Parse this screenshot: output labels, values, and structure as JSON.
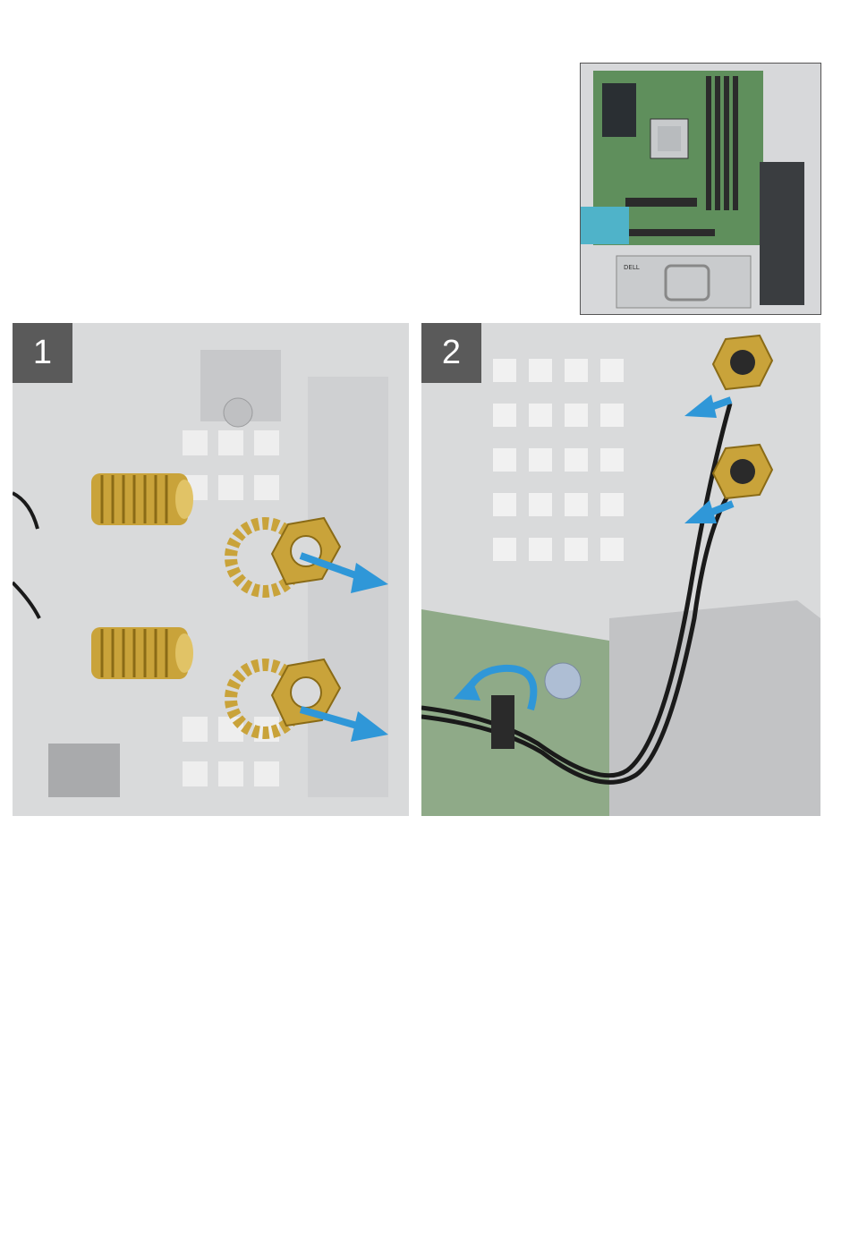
{
  "steps": [
    {
      "number": "1"
    },
    {
      "number": "2"
    }
  ],
  "overview_label": "DELL",
  "colors": {
    "arrow": "#2f97d8",
    "brass": "#c9a33a",
    "chassis": "#d9dadb",
    "board": "#6f9b6a",
    "cable": "#1a1a1a",
    "badge": "#5a5a5a"
  }
}
